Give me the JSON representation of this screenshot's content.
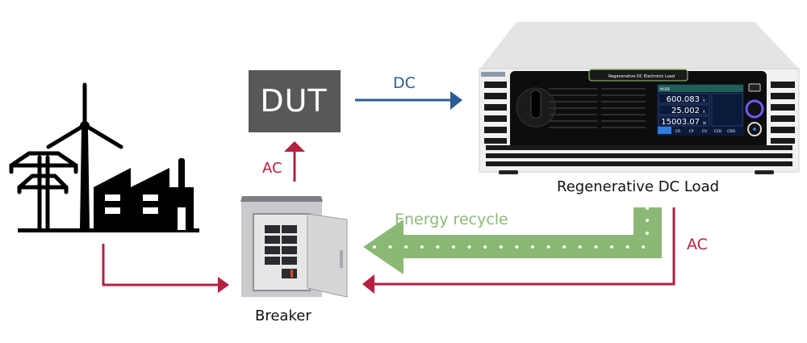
{
  "diagram": {
    "nodes": {
      "power_source": {
        "icon": "grid-wind-factory-icon"
      },
      "dut": {
        "label": "DUT"
      },
      "breaker": {
        "label": "Breaker",
        "icon": "breaker-panel-icon"
      },
      "load": {
        "label": "Regenerative DC Load",
        "panel_title": "Regenerative DC Electronic Load",
        "readings": [
          "600.083",
          "25.002",
          "15003.07"
        ],
        "reading_units": [
          "V",
          "A",
          "W"
        ],
        "mode_tabs": [
          "CC",
          "CR",
          "CP",
          "CV",
          "CCD",
          "CRD"
        ],
        "mode_label": "MODE"
      }
    },
    "edges": {
      "dc": {
        "label": "DC",
        "color": "#2b5d94"
      },
      "ac_to_dut": {
        "label": "AC",
        "color": "#b5203f"
      },
      "ac_return": {
        "label": "AC",
        "color": "#b5203f"
      },
      "energy_recycle": {
        "label": "Energy recycle",
        "color": "#8cb876"
      }
    }
  }
}
